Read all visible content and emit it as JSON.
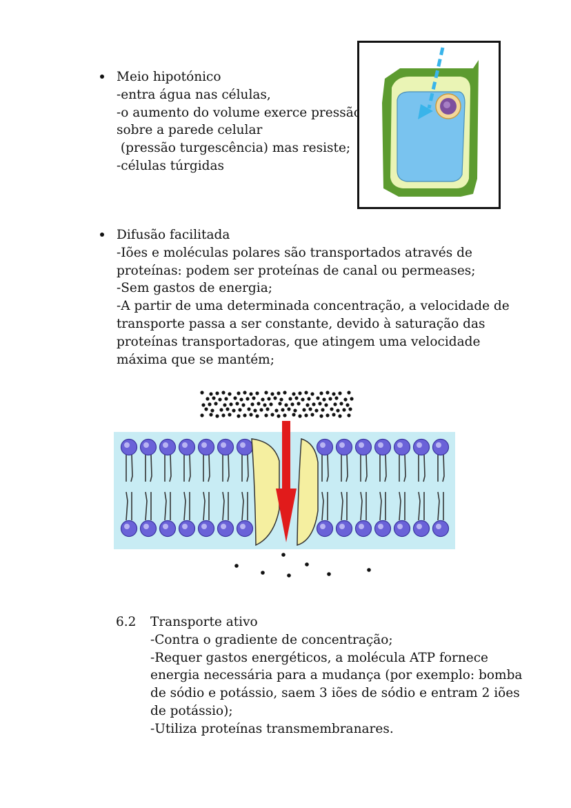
{
  "hypotonic": {
    "lines": [
      "Meio hipotónico",
      "-entra água nas células,",
      "-o aumento do volume exerce pressão",
      "sobre a parede celular",
      " (pressão turgescência) mas resiste;",
      "-células túrgidas"
    ]
  },
  "facilitated": {
    "lines": [
      "Difusão facilitada",
      "-Iões e moléculas polares são transportados através de",
      "proteínas: podem ser proteínas de canal ou permeases;",
      "-Sem gastos de energia;",
      "-A partir de uma determinada concentração, a velocidade de",
      "transporte passa a ser constante, devido à saturação das",
      "proteínas transportadoras, que atingem uma velocidade",
      "máxima que se mantém;"
    ]
  },
  "active": {
    "number": "6.2",
    "lines": [
      "Transporte ativo",
      "-Contra o gradiente de concentração;",
      "-Requer gastos energéticos, a molécula ATP fornece",
      "energia necessária para a mudança (por exemplo: bomba",
      "de sódio e potássio, saem 3 iões de sódio e entram 2 iões",
      "de potássio);",
      "-Utiliza proteínas transmembranares."
    ]
  },
  "colors": {
    "cell_wall": "#5c9b2f",
    "cytoplasm": "#eaf4b5",
    "vacuole": "#79c3ef",
    "nucleus": "#7d4f9e",
    "arrow_blue": "#39b4ea",
    "phospholipid_head": "#6a62d8",
    "membrane_band": "#c8ecf4",
    "channel_protein": "#f5efa0",
    "transport_arrow": "#e11b1b"
  }
}
